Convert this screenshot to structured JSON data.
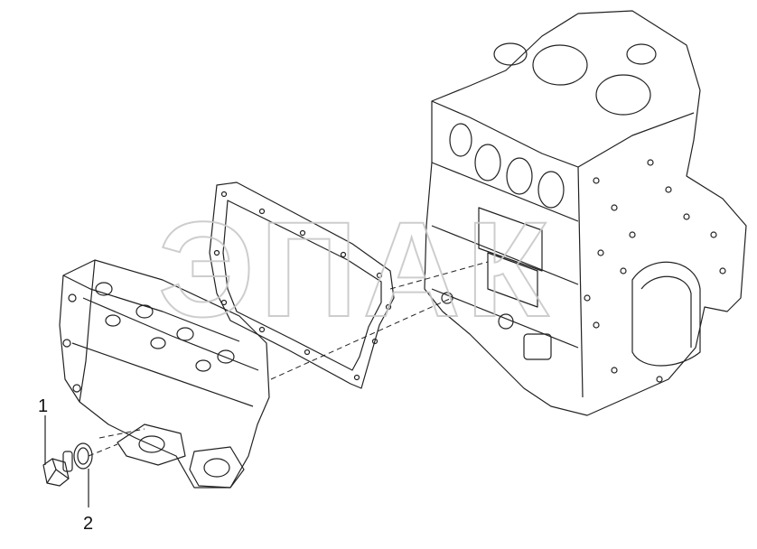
{
  "callouts": [
    {
      "label": "1"
    },
    {
      "label": "2"
    }
  ],
  "watermark": {
    "text": "ЭПАК"
  },
  "colors": {
    "line": "#222222",
    "watermark": "#c8c8c8",
    "background": "#ffffff"
  }
}
